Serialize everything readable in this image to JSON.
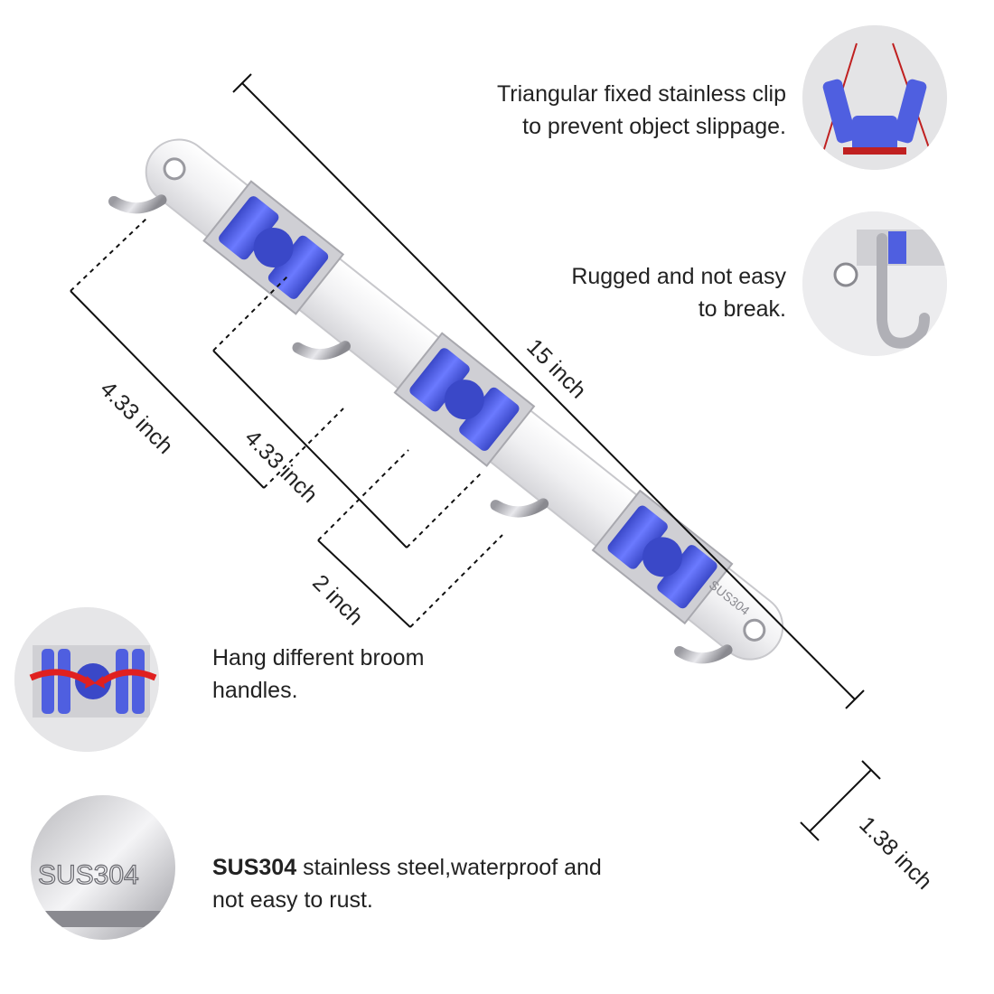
{
  "features": {
    "clip": {
      "line1": "Triangular fixed stainless clip",
      "line2": "to prevent object slippage."
    },
    "rugged": {
      "line1": "Rugged and not easy",
      "line2": "to break."
    },
    "hang": {
      "line1": "Hang different broom",
      "line2": "handles."
    },
    "steel": {
      "bold": "SUS304",
      "rest": " stainless steel,waterproof and",
      "line2": "not easy to rust."
    }
  },
  "dimensions": {
    "length": "15 inch",
    "spacing_a": "4.33 inch",
    "spacing_b": "4.33 inch",
    "clip_width": "2 inch",
    "height": "1.38 inch"
  },
  "engraving": {
    "rail": "SUS304",
    "closeup": "SUS304"
  },
  "colors": {
    "steel": "#e4e4e6",
    "roller": "#4f5fe0",
    "arrow": "#e02020"
  }
}
